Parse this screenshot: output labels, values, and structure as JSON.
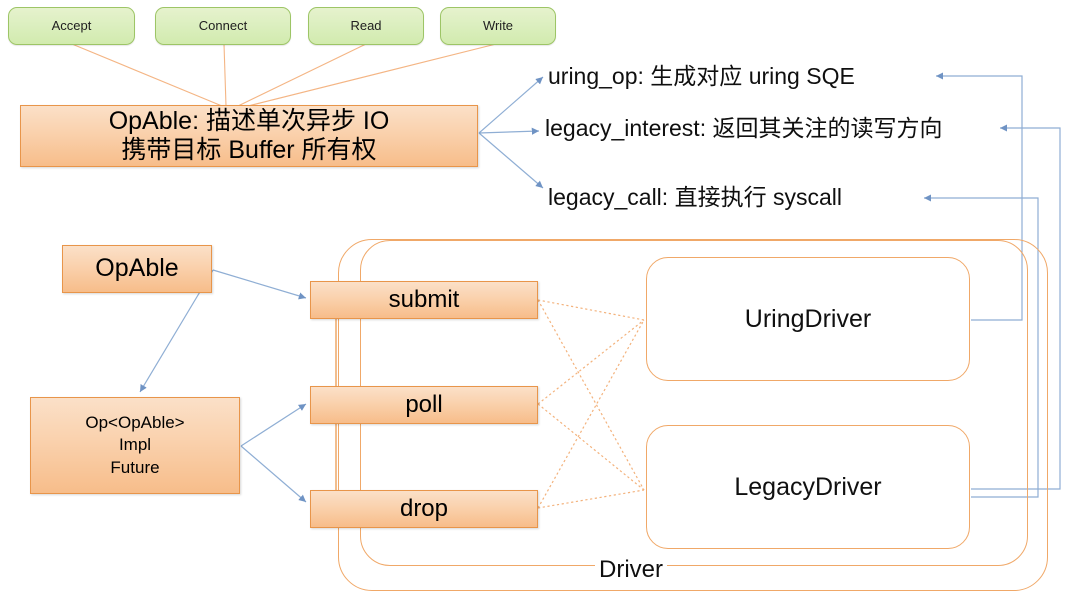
{
  "diagram": {
    "title": "Async IO OpAble / Driver architecture",
    "colors": {
      "green_fill": "#dcefc0",
      "green_stroke": "#9dc566",
      "orange_fill": "#fad3b0",
      "orange_stroke": "#e8954a",
      "driver_stroke": "#f0a868",
      "blue_connector": "#8faed4",
      "dotted_connector": "#f3b27c"
    }
  },
  "op_chips": [
    {
      "label": "Accept"
    },
    {
      "label": "Connect"
    },
    {
      "label": "Read"
    },
    {
      "label": "Write"
    }
  ],
  "opable_summary": {
    "line1": "OpAble: 描述单次异步 IO",
    "line2": "携带目标 Buffer 所有权"
  },
  "methods": [
    {
      "label": "uring_op: 生成对应 uring SQE"
    },
    {
      "label": "legacy_interest: 返回其关注的读写方向"
    },
    {
      "label": "legacy_call: 直接执行 syscall"
    }
  ],
  "left_nodes": {
    "opable": {
      "label": "OpAble"
    },
    "op_impl": {
      "line1": "Op<OpAble>",
      "line2": "Impl",
      "line3": "Future"
    }
  },
  "driver_methods": [
    {
      "label": "submit"
    },
    {
      "label": "poll"
    },
    {
      "label": "drop"
    }
  ],
  "drivers": {
    "caption": "Driver",
    "cards": [
      {
        "label": "UringDriver"
      },
      {
        "label": "LegacyDriver"
      }
    ]
  }
}
